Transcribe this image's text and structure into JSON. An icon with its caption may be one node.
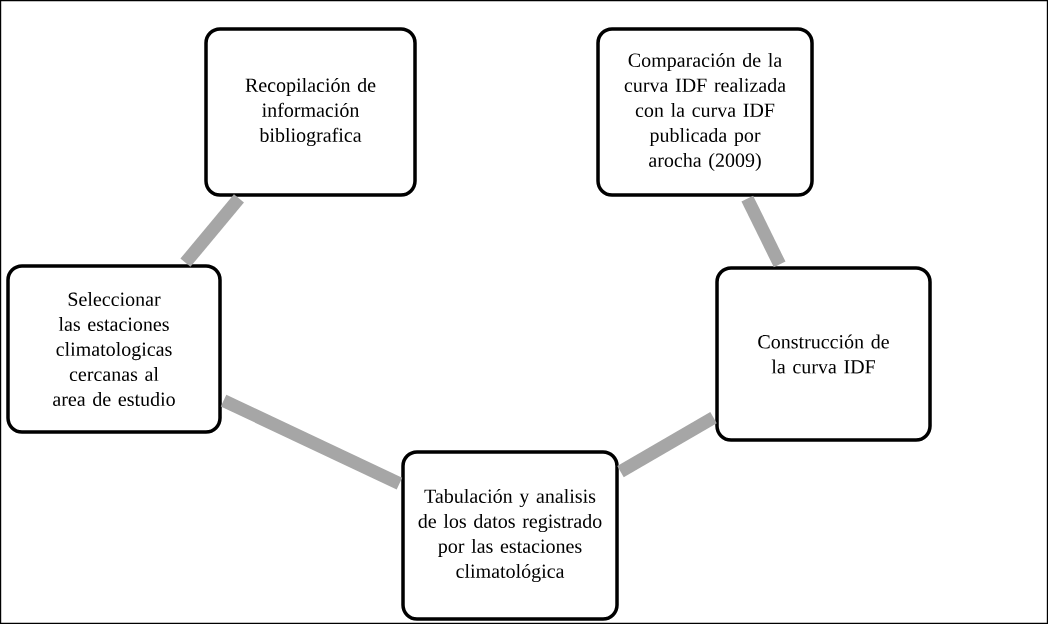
{
  "diagram": {
    "nodes": [
      {
        "text": [
          "Recopilación de información bibliografica"
        ]
      },
      {
        "text": [
          "Comparación de la curva IDF realizada con la curva IDF publicada por arocha (2009)"
        ]
      },
      {
        "text": [
          "Seleccionar las estaciones climatologicas cercanas al area de estudio"
        ]
      },
      {
        "text": [
          "Construcción de la curva IDF"
        ]
      },
      {
        "text": [
          "Tabulación y analisis de los datos registrado por las estaciones climatológica"
        ]
      }
    ],
    "edges": [
      {
        "from": 0,
        "to": 2,
        "arrow": "none"
      },
      {
        "from": 2,
        "to": 4,
        "arrow": "none"
      },
      {
        "from": 4,
        "to": 3,
        "arrow": "none"
      },
      {
        "from": 3,
        "to": 1,
        "arrow": "none"
      }
    ]
  }
}
